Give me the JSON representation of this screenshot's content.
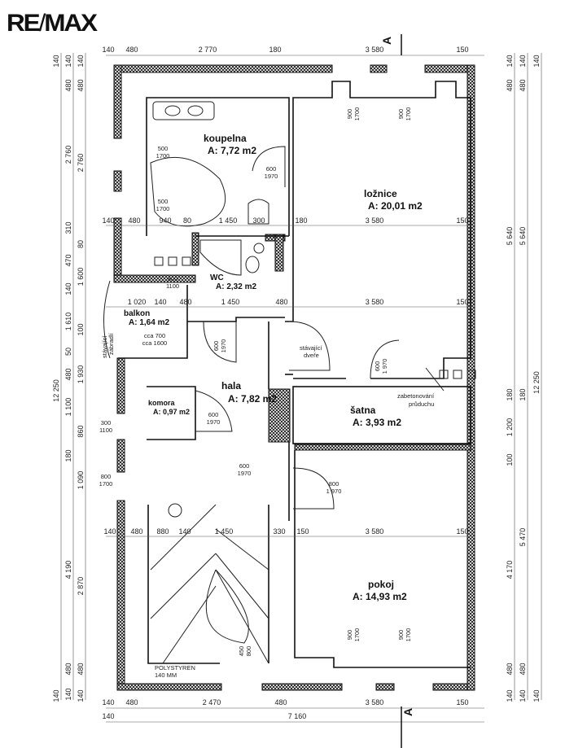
{
  "logo": "RE/MAX",
  "section_marker": "A",
  "rooms": {
    "koupelna": {
      "name": "koupelna",
      "area": "A: 7,72 m2"
    },
    "loznice": {
      "name": "ložnice",
      "area": "A: 20,01 m2"
    },
    "wc": {
      "name": "WC",
      "area": "A: 2,32 m2"
    },
    "balkon": {
      "name": "balkon",
      "area": "A: 1,64 m2"
    },
    "hala": {
      "name": "hala",
      "area": "A: 7,82 m2"
    },
    "komora": {
      "name": "komora",
      "area": "A: 0,97 m2"
    },
    "satna": {
      "name": "šatna",
      "area": "A: 3,93 m2"
    },
    "pokoj": {
      "name": "pokoj",
      "area": "A: 14,93 m2"
    }
  },
  "notes": {
    "stavajici_dvere": [
      "stávající",
      "dveře"
    ],
    "stavajici_zabradli": [
      "stávající",
      "zábradlí"
    ],
    "zabetonovani": [
      "zabetonování",
      "průduchu"
    ],
    "polystyren": [
      "POLYSTYREN",
      "140 MM"
    ]
  },
  "dims": {
    "top": [
      "140",
      "480",
      "2 770",
      "180",
      "3 580",
      "150"
    ],
    "bottom1": [
      "140",
      "480",
      "2 470",
      "480",
      "3 580",
      "150"
    ],
    "bottom2": [
      "140",
      "7 160"
    ],
    "left1": [
      "140",
      "12 250",
      "140"
    ],
    "left2": [
      "140",
      "480",
      "2 760",
      "310",
      "470",
      "140",
      "1 610",
      "50",
      "480",
      "1 100",
      "180",
      "4 190",
      "480",
      "140"
    ],
    "left3": [
      "140",
      "480",
      "2 760",
      "80",
      "1 600",
      "100",
      "1 930",
      "860",
      "1 090",
      "2 870",
      "480",
      "140"
    ],
    "right1": [
      "140",
      "480",
      "5 640",
      "180",
      "1 200",
      "100",
      "4 170",
      "480",
      "140"
    ],
    "right2": [
      "140",
      "480",
      "5 640",
      "180",
      "5 470",
      "480",
      "140"
    ],
    "right3": [
      "140",
      "12 250",
      "140"
    ],
    "row1": [
      "140",
      "480",
      "940",
      "80",
      "1 450",
      "300",
      "180",
      "3 580",
      "150"
    ],
    "row2": [
      "1 020",
      "140",
      "480",
      "1 450",
      "480",
      "3 580",
      "150"
    ],
    "row3": [
      "140",
      "480",
      "880",
      "140",
      "1 450",
      "330",
      "150",
      "3 580",
      "150"
    ],
    "openings": [
      [
        "500",
        "1700"
      ],
      [
        "500",
        "1700"
      ],
      [
        "600",
        "1970"
      ],
      [
        "300",
        "1100"
      ],
      [
        "cca 700",
        "cca 1600"
      ],
      [
        "600",
        "1970"
      ],
      [
        "300",
        "1100"
      ],
      [
        "800",
        "1700"
      ],
      [
        "600",
        "1970"
      ],
      [
        "800",
        "1 970"
      ]
    ],
    "vertical_openings": [
      [
        "900",
        "1700"
      ],
      [
        "900",
        "1700"
      ],
      [
        "600",
        "1970"
      ],
      [
        "600",
        "1 970"
      ],
      [
        "450",
        "800"
      ],
      [
        "900",
        "1700"
      ],
      [
        "900",
        "1700"
      ]
    ]
  }
}
